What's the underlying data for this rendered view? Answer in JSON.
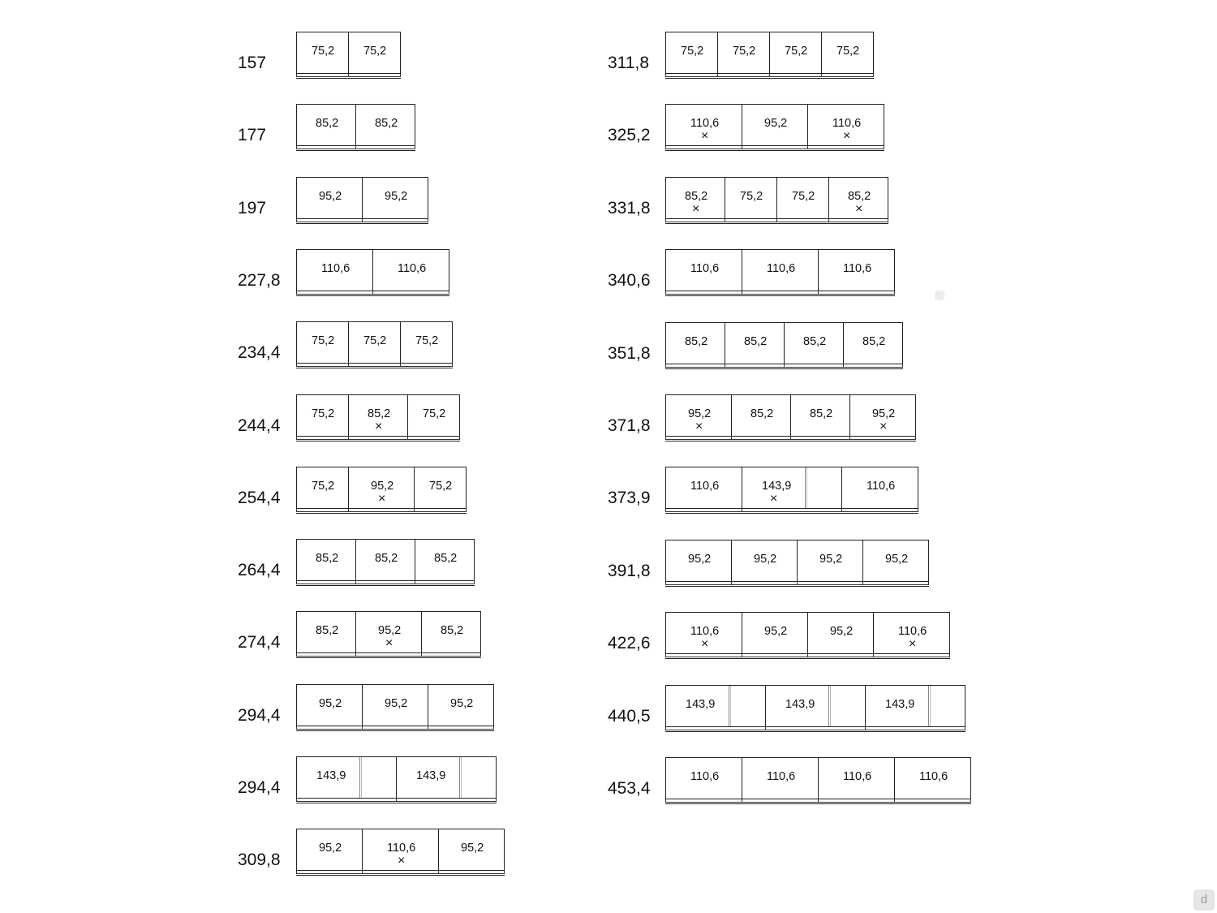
{
  "columns": [
    [
      {
        "total": "157",
        "units": [
          {
            "label": "75,2"
          },
          {
            "label": "75,2"
          }
        ]
      },
      {
        "total": "177",
        "units": [
          {
            "label": "85,2"
          },
          {
            "label": "85,2"
          }
        ]
      },
      {
        "total": "197",
        "units": [
          {
            "label": "95,2"
          },
          {
            "label": "95,2"
          }
        ]
      },
      {
        "total": "227,8",
        "units": [
          {
            "label": "110,6"
          },
          {
            "label": "110,6"
          }
        ]
      },
      {
        "total": "234,4",
        "units": [
          {
            "label": "75,2"
          },
          {
            "label": "75,2"
          },
          {
            "label": "75,2"
          }
        ]
      },
      {
        "total": "244,4",
        "units": [
          {
            "label": "75,2"
          },
          {
            "label": "85,2",
            "marked": true
          },
          {
            "label": "75,2"
          }
        ]
      },
      {
        "total": "254,4",
        "units": [
          {
            "label": "75,2"
          },
          {
            "label": "95,2",
            "marked": true
          },
          {
            "label": "75,2"
          }
        ]
      },
      {
        "total": "264,4",
        "units": [
          {
            "label": "85,2"
          },
          {
            "label": "85,2"
          },
          {
            "label": "85,2"
          }
        ]
      },
      {
        "total": "274,4",
        "units": [
          {
            "label": "85,2"
          },
          {
            "label": "95,2",
            "marked": true
          },
          {
            "label": "85,2"
          }
        ]
      },
      {
        "total": "294,4",
        "units": [
          {
            "label": "95,2"
          },
          {
            "label": "95,2"
          },
          {
            "label": "95,2"
          }
        ]
      },
      {
        "total": "294,4",
        "units": [
          {
            "label": "143,9",
            "split": true
          },
          {
            "label": "143,9",
            "split": true
          }
        ]
      },
      {
        "total": "309,8",
        "units": [
          {
            "label": "95,2"
          },
          {
            "label": "110,6",
            "marked": true
          },
          {
            "label": "95,2"
          }
        ]
      }
    ],
    [
      {
        "total": "311,8",
        "units": [
          {
            "label": "75,2"
          },
          {
            "label": "75,2"
          },
          {
            "label": "75,2"
          },
          {
            "label": "75,2"
          }
        ]
      },
      {
        "total": "325,2",
        "units": [
          {
            "label": "110,6",
            "marked": true
          },
          {
            "label": "95,2"
          },
          {
            "label": "110,6",
            "marked": true
          }
        ]
      },
      {
        "total": "331,8",
        "units": [
          {
            "label": "85,2",
            "marked": true
          },
          {
            "label": "75,2"
          },
          {
            "label": "75,2"
          },
          {
            "label": "85,2",
            "marked": true
          }
        ]
      },
      {
        "total": "340,6",
        "units": [
          {
            "label": "110,6"
          },
          {
            "label": "110,6"
          },
          {
            "label": "110,6"
          }
        ]
      },
      {
        "total": "351,8",
        "units": [
          {
            "label": "85,2"
          },
          {
            "label": "85,2"
          },
          {
            "label": "85,2"
          },
          {
            "label": "85,2"
          }
        ]
      },
      {
        "total": "371,8",
        "units": [
          {
            "label": "95,2",
            "marked": true
          },
          {
            "label": "85,2"
          },
          {
            "label": "85,2"
          },
          {
            "label": "95,2",
            "marked": true
          }
        ]
      },
      {
        "total": "373,9",
        "units": [
          {
            "label": "110,6"
          },
          {
            "label": "143,9",
            "marked": true,
            "split": true
          },
          {
            "label": "110,6"
          }
        ]
      },
      {
        "total": "391,8",
        "units": [
          {
            "label": "95,2"
          },
          {
            "label": "95,2"
          },
          {
            "label": "95,2"
          },
          {
            "label": "95,2"
          }
        ]
      },
      {
        "total": "422,6",
        "units": [
          {
            "label": "110,6",
            "marked": true
          },
          {
            "label": "95,2"
          },
          {
            "label": "95,2"
          },
          {
            "label": "110,6",
            "marked": true
          }
        ]
      },
      {
        "total": "440,5",
        "units": [
          {
            "label": "143,9",
            "split": true
          },
          {
            "label": "143,9",
            "split": true
          },
          {
            "label": "143,9",
            "split": true
          }
        ]
      },
      {
        "total": "453,4",
        "units": [
          {
            "label": "110,6"
          },
          {
            "label": "110,6"
          },
          {
            "label": "110,6"
          },
          {
            "label": "110,6"
          }
        ]
      }
    ]
  ],
  "mark_glyph": "×",
  "corner_icon": "d",
  "corner_icon_name": "watermark-d-icon"
}
